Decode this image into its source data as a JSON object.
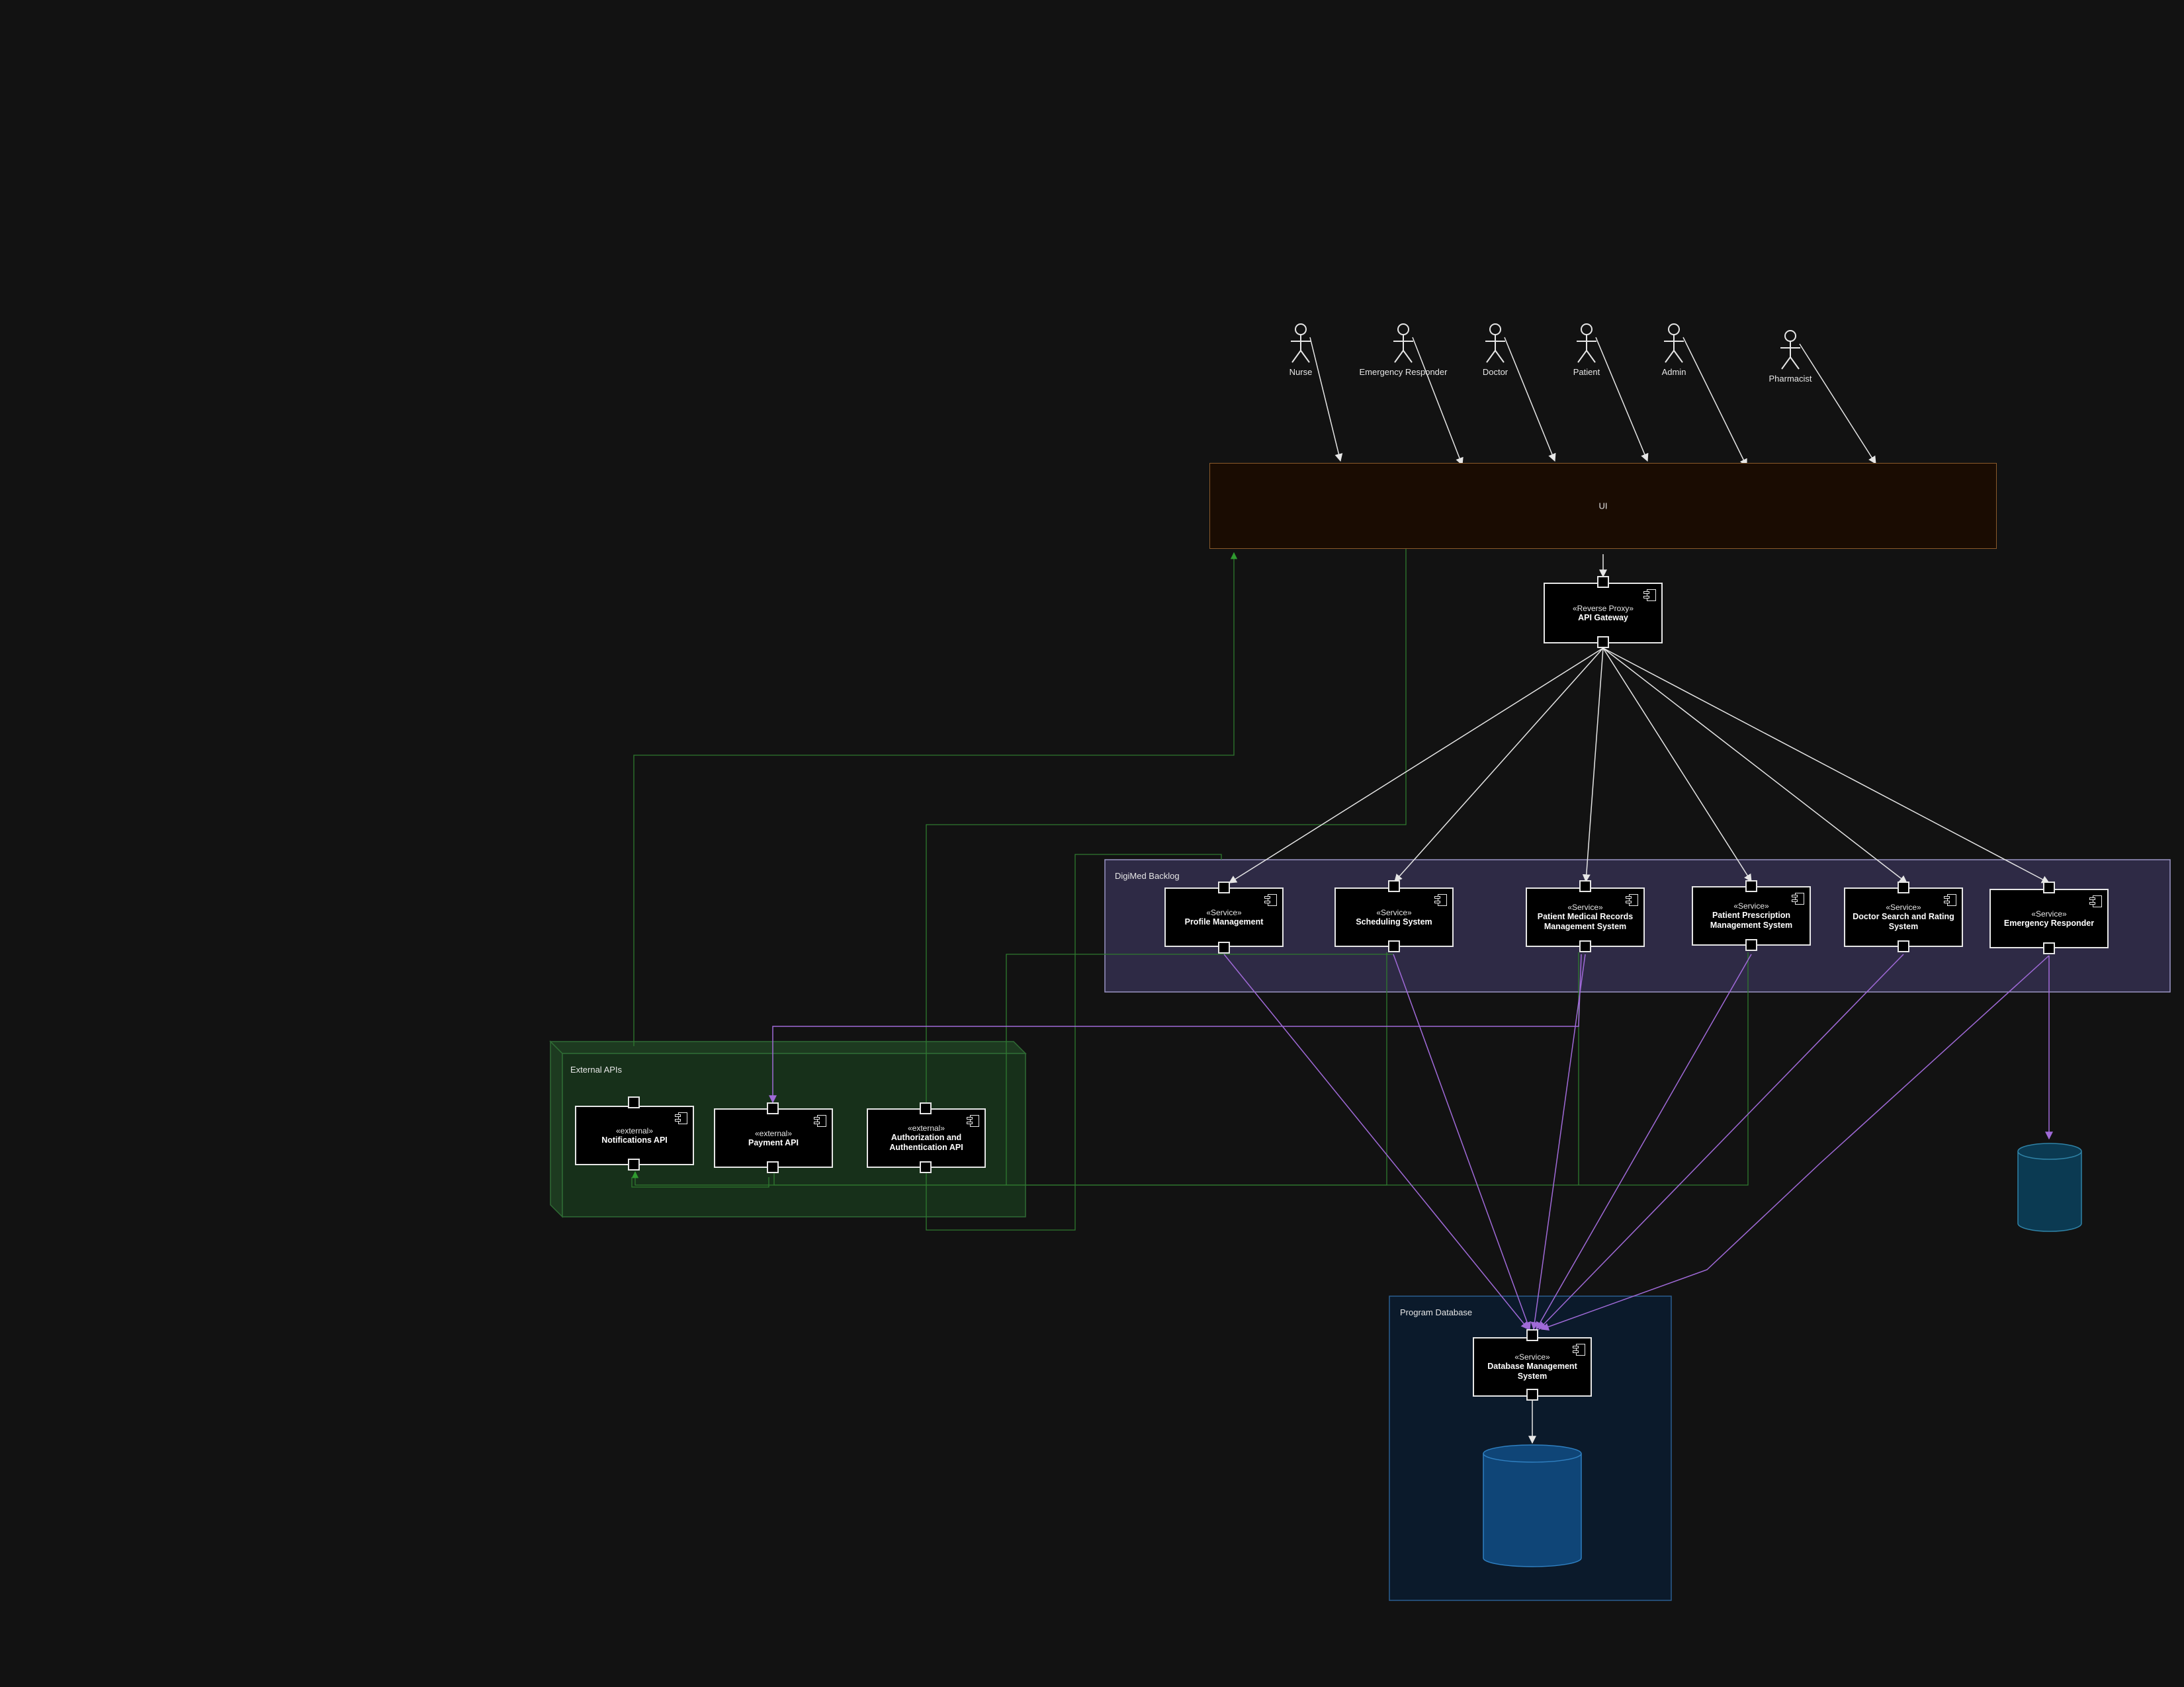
{
  "actors": [
    {
      "name": "Nurse"
    },
    {
      "name": "Emergency Responder"
    },
    {
      "name": "Doctor"
    },
    {
      "name": "Patient"
    },
    {
      "name": "Admin"
    },
    {
      "name": "Pharmacist"
    }
  ],
  "ui": {
    "label": "UI"
  },
  "gateway": {
    "stereotype": "«Reverse Proxy»",
    "name": "API Gateway"
  },
  "backlog": {
    "title": "DigiMed Backlog",
    "services": [
      {
        "stereotype": "«Service»",
        "name": "Profile Management"
      },
      {
        "stereotype": "«Service»",
        "name": "Scheduling System"
      },
      {
        "stereotype": "«Service»",
        "name": "Patient Medical Records Management System"
      },
      {
        "stereotype": "«Service»",
        "name": "Patient Prescription Management System"
      },
      {
        "stereotype": "«Service»",
        "name": "Doctor Search and Rating System"
      },
      {
        "stereotype": "«Service»",
        "name": "Emergency Responder"
      }
    ]
  },
  "external": {
    "title": "External APIs",
    "apis": [
      {
        "stereotype": "«external»",
        "name": "Notifications API"
      },
      {
        "stereotype": "«external»",
        "name": "Payment API"
      },
      {
        "stereotype": "«external»",
        "name": "Authorization and Authentication API"
      }
    ]
  },
  "database": {
    "title": "Program Database",
    "dbms": {
      "stereotype": "«Service»",
      "name": "Database Management System"
    }
  },
  "colors": {
    "background": "#121212",
    "ui_fill": "#1a0c02",
    "ui_stroke": "#8a5a2a",
    "backlog_fill": "#2e2a45",
    "backlog_stroke": "#9a94c4",
    "external_fill": "#17301a",
    "external_stroke": "#2f6b34",
    "db_fill": "#0b1a2b",
    "db_stroke": "#2a5d8f",
    "cylinder_fill": "#0f4577",
    "cylinder_small_fill": "#0b3a52",
    "connector_white": "#e6e6e6",
    "connector_purple": "#a06ad8",
    "connector_green": "#2f7a2f"
  }
}
